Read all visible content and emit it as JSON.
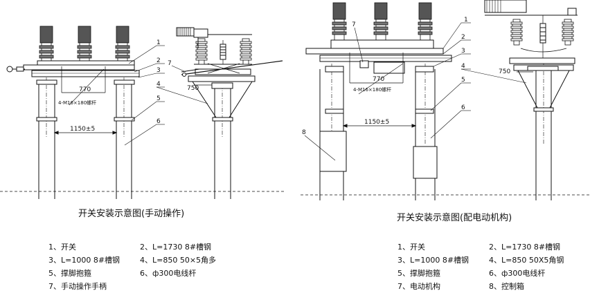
{
  "left": {
    "caption": "开关安装示意图(手动操作)",
    "callouts": [
      "1",
      "2",
      "3",
      "4",
      "5",
      "6",
      "7"
    ],
    "dim_770": "770",
    "dim_750": "750",
    "dim_1150": "1150±5",
    "bolt_note": "4-M16×180螺杆",
    "legend": [
      [
        "1、开关",
        "2、L=1730 8#槽钢"
      ],
      [
        "3、L=1000 8#槽钢",
        "4、L=850 50×5角多"
      ],
      [
        "5、撑脚抱箍",
        "6、ф300电线杆"
      ],
      [
        "7、手动操作手柄",
        ""
      ]
    ]
  },
  "right": {
    "caption": "开关安装示意图(配电动机构)",
    "callouts": [
      "1",
      "2",
      "3",
      "4",
      "5",
      "6",
      "7",
      "8"
    ],
    "dim_770": "770",
    "dim_750": "750",
    "dim_1150": "1150±5",
    "bolt_note": "4-M16×180螺杆",
    "legend": [
      [
        "1、开关",
        "2、L=1730  8#槽钢"
      ],
      [
        "3、L=1000  8#槽钢",
        "4、L=850  50X5角钢"
      ],
      [
        "5、撑脚抱箍",
        "6、ф300电线杆"
      ],
      [
        "7、电动机构",
        "8、控制箱"
      ]
    ]
  }
}
